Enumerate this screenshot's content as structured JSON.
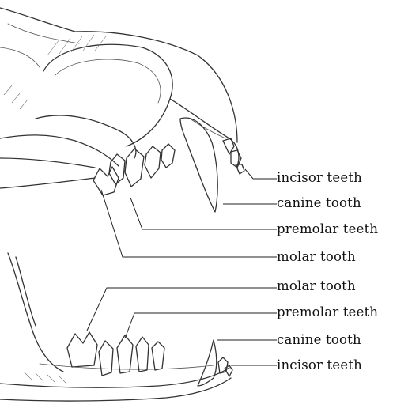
{
  "labels": {
    "upper": [
      "incisor teeth",
      "canine tooth",
      "premolar teeth",
      "molar tooth"
    ],
    "lower": [
      "molar tooth",
      "premolar teeth",
      "canine tooth",
      "incisor teeth"
    ]
  }
}
